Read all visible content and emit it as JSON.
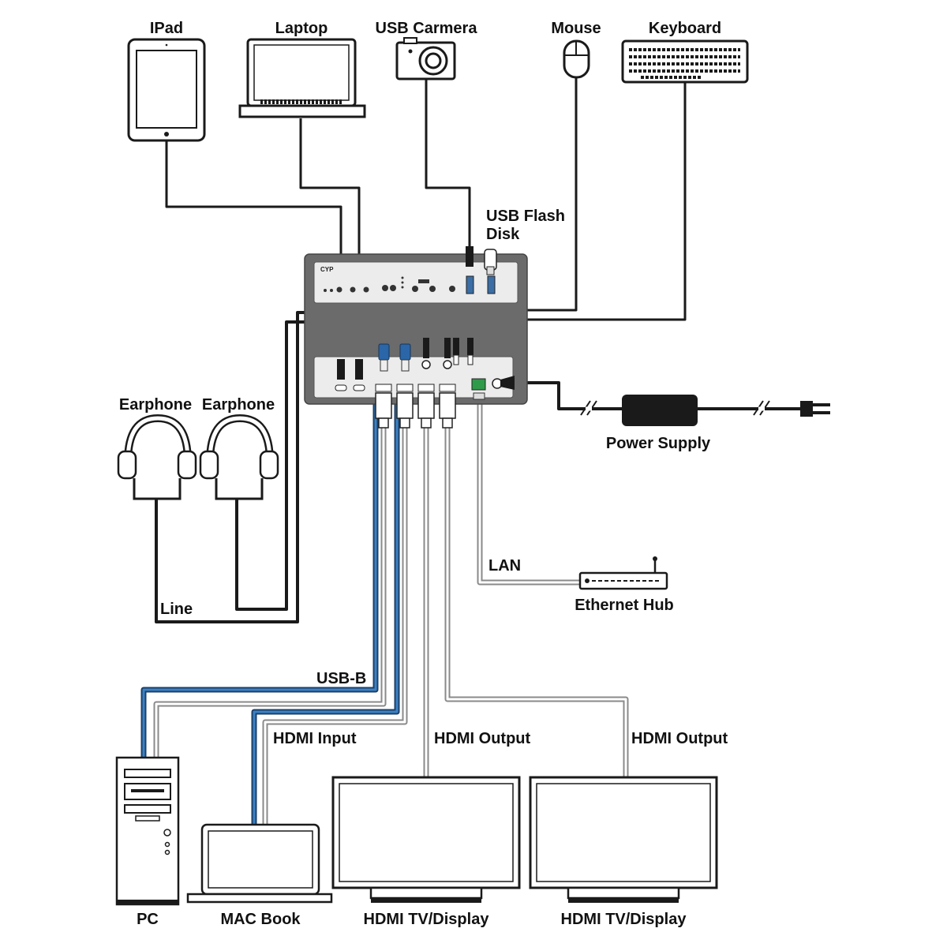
{
  "devices": {
    "ipad": "IPad",
    "laptop": "Laptop",
    "usb_camera": "USB Carmera",
    "mouse": "Mouse",
    "keyboard": "Keyboard",
    "usb_flash_disk_line1": "USB Flash",
    "usb_flash_disk_line2": "Disk",
    "earphone_1": "Earphone",
    "earphone_2": "Earphone",
    "power_supply": "Power Supply",
    "ethernet_hub": "Ethernet Hub",
    "pc": "PC",
    "mac_book": "MAC Book",
    "display_1": "HDMI TV/Display",
    "display_2": "HDMI TV/Display"
  },
  "connections": {
    "line": "Line",
    "lan": "LAN",
    "usb_b": "USB-B",
    "hdmi_input": "HDMI Input",
    "hdmi_output_1": "HDMI Output",
    "hdmi_output_2": "HDMI Output"
  },
  "unit": {
    "brand": "CYP"
  },
  "colors": {
    "cable_black": "#1a1a1a",
    "cable_usb_b": "#2a66a8",
    "cable_gray": "#9a9a9a",
    "unit_body": "#6b6b6b",
    "panel": "#ececec"
  }
}
